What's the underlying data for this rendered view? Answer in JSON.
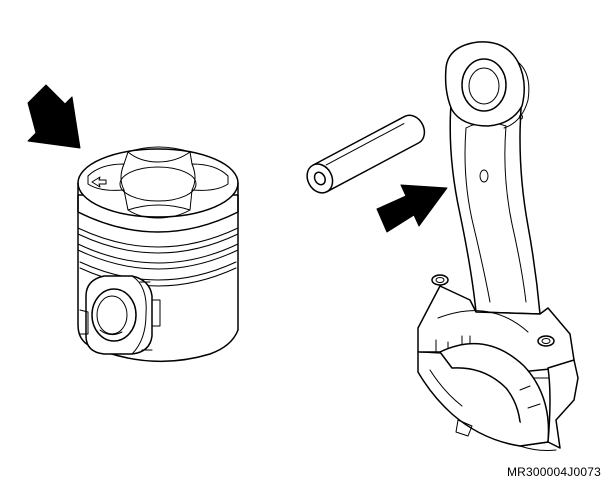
{
  "figure": {
    "reference_code": "MR300004J0073",
    "parts": [
      "piston",
      "piston-pin",
      "connecting-rod"
    ],
    "indicators": [
      "arrow-piston-top",
      "arrow-connecting-rod"
    ],
    "colors": {
      "line": "#000000",
      "background": "#ffffff"
    }
  }
}
